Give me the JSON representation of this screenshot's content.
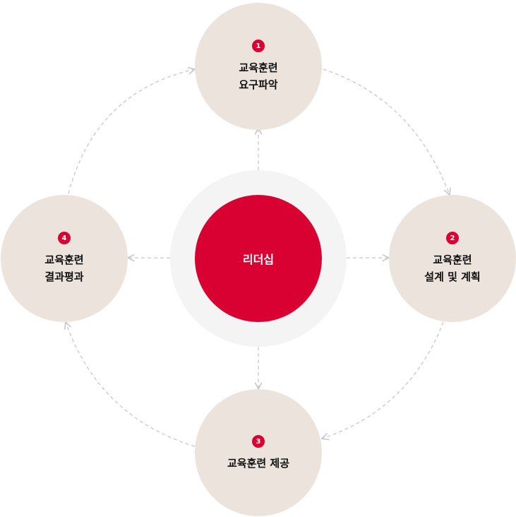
{
  "diagram": {
    "center": {
      "label": "리더십"
    },
    "stages": [
      {
        "number": "1",
        "label": "교육훈련\n요구파악"
      },
      {
        "number": "2",
        "label": "교육훈련\n설계 및 계획"
      },
      {
        "number": "3",
        "label": "교육훈련 제공"
      },
      {
        "number": "4",
        "label": "교육훈련\n결과평과"
      }
    ],
    "colors": {
      "accent": "#d90032",
      "stage_fill": "#ede3dd",
      "halo_fill": "#f4f4f4",
      "connector": "#c8c8c8"
    }
  }
}
